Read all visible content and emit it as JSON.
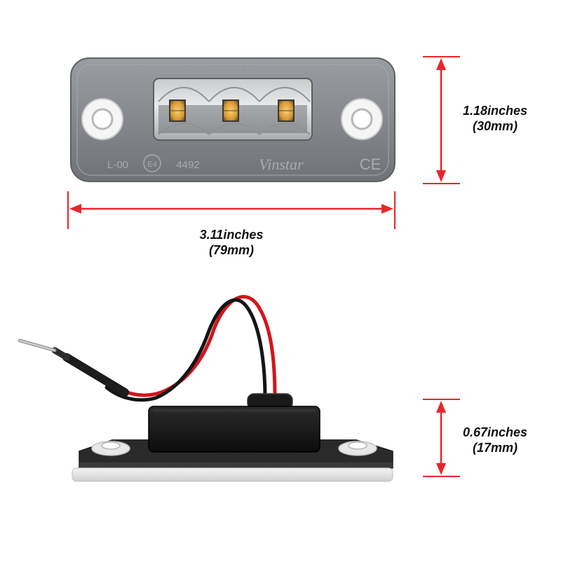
{
  "product_markings": {
    "rating": "12V 3LED",
    "code": "L-00",
    "approval_mark": "E4",
    "approval_number": "4492",
    "brand": "Vinstar",
    "ce_mark": "CE"
  },
  "dimensions": {
    "width": {
      "imperial": "3.11inches",
      "metric": "(79mm)"
    },
    "height": {
      "imperial": "1.18inches",
      "metric": "(30mm)"
    },
    "depth": {
      "imperial": "0.67inches",
      "metric": "(17mm)"
    }
  },
  "colors": {
    "dimension_line": "#e8262b",
    "housing": "#8a8d91",
    "led": "#e6a93c",
    "gasket": "#2a2a2a",
    "wire_red": "#d4141c",
    "wire_black": "#151515"
  }
}
